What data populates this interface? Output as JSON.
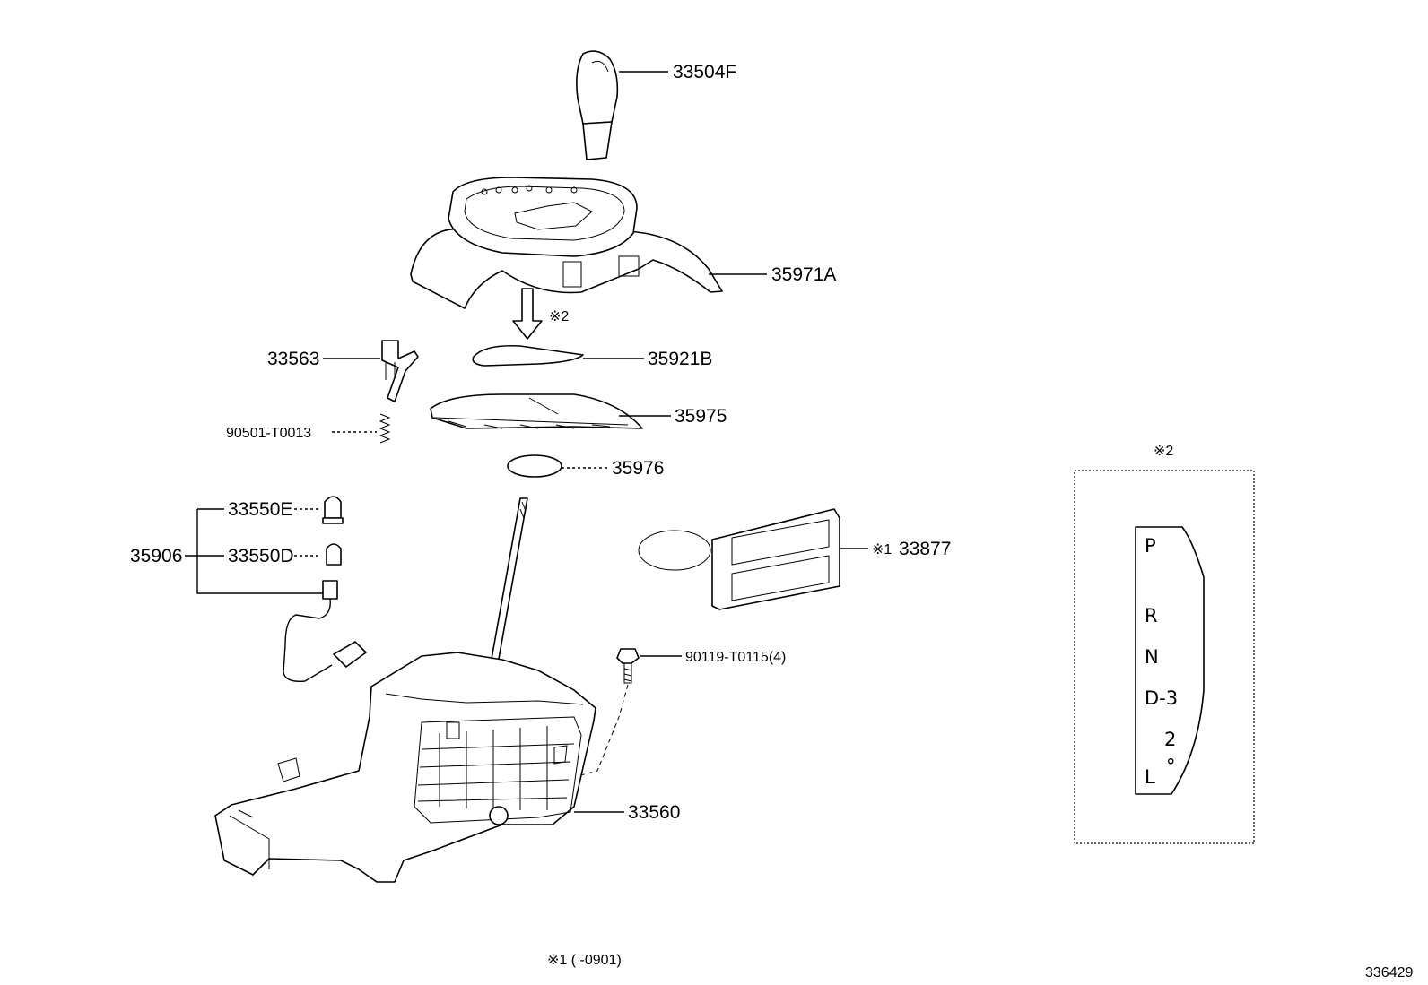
{
  "parts": {
    "knob": "33504F",
    "indicator_housing": "35971A",
    "plate": "35921B",
    "slide_cover": "35975",
    "lens": "35976",
    "bulb_holder": "33563",
    "spring": "90501-T0013",
    "bulb_assy": "35906",
    "bulb_e": "33550E",
    "bulb_d": "33550D",
    "label_plate": "33877",
    "bolt": "90119-T0115(4)",
    "shift_lever_assy": "33560"
  },
  "marks": {
    "note1": "※1",
    "note2": "※2",
    "footnote": "※1 (    -0901)"
  },
  "inset": {
    "title": "※2",
    "positions": [
      "P",
      "R",
      "N",
      "D-3",
      "2",
      "L"
    ],
    "dot": "°"
  },
  "figure_id": "336429"
}
